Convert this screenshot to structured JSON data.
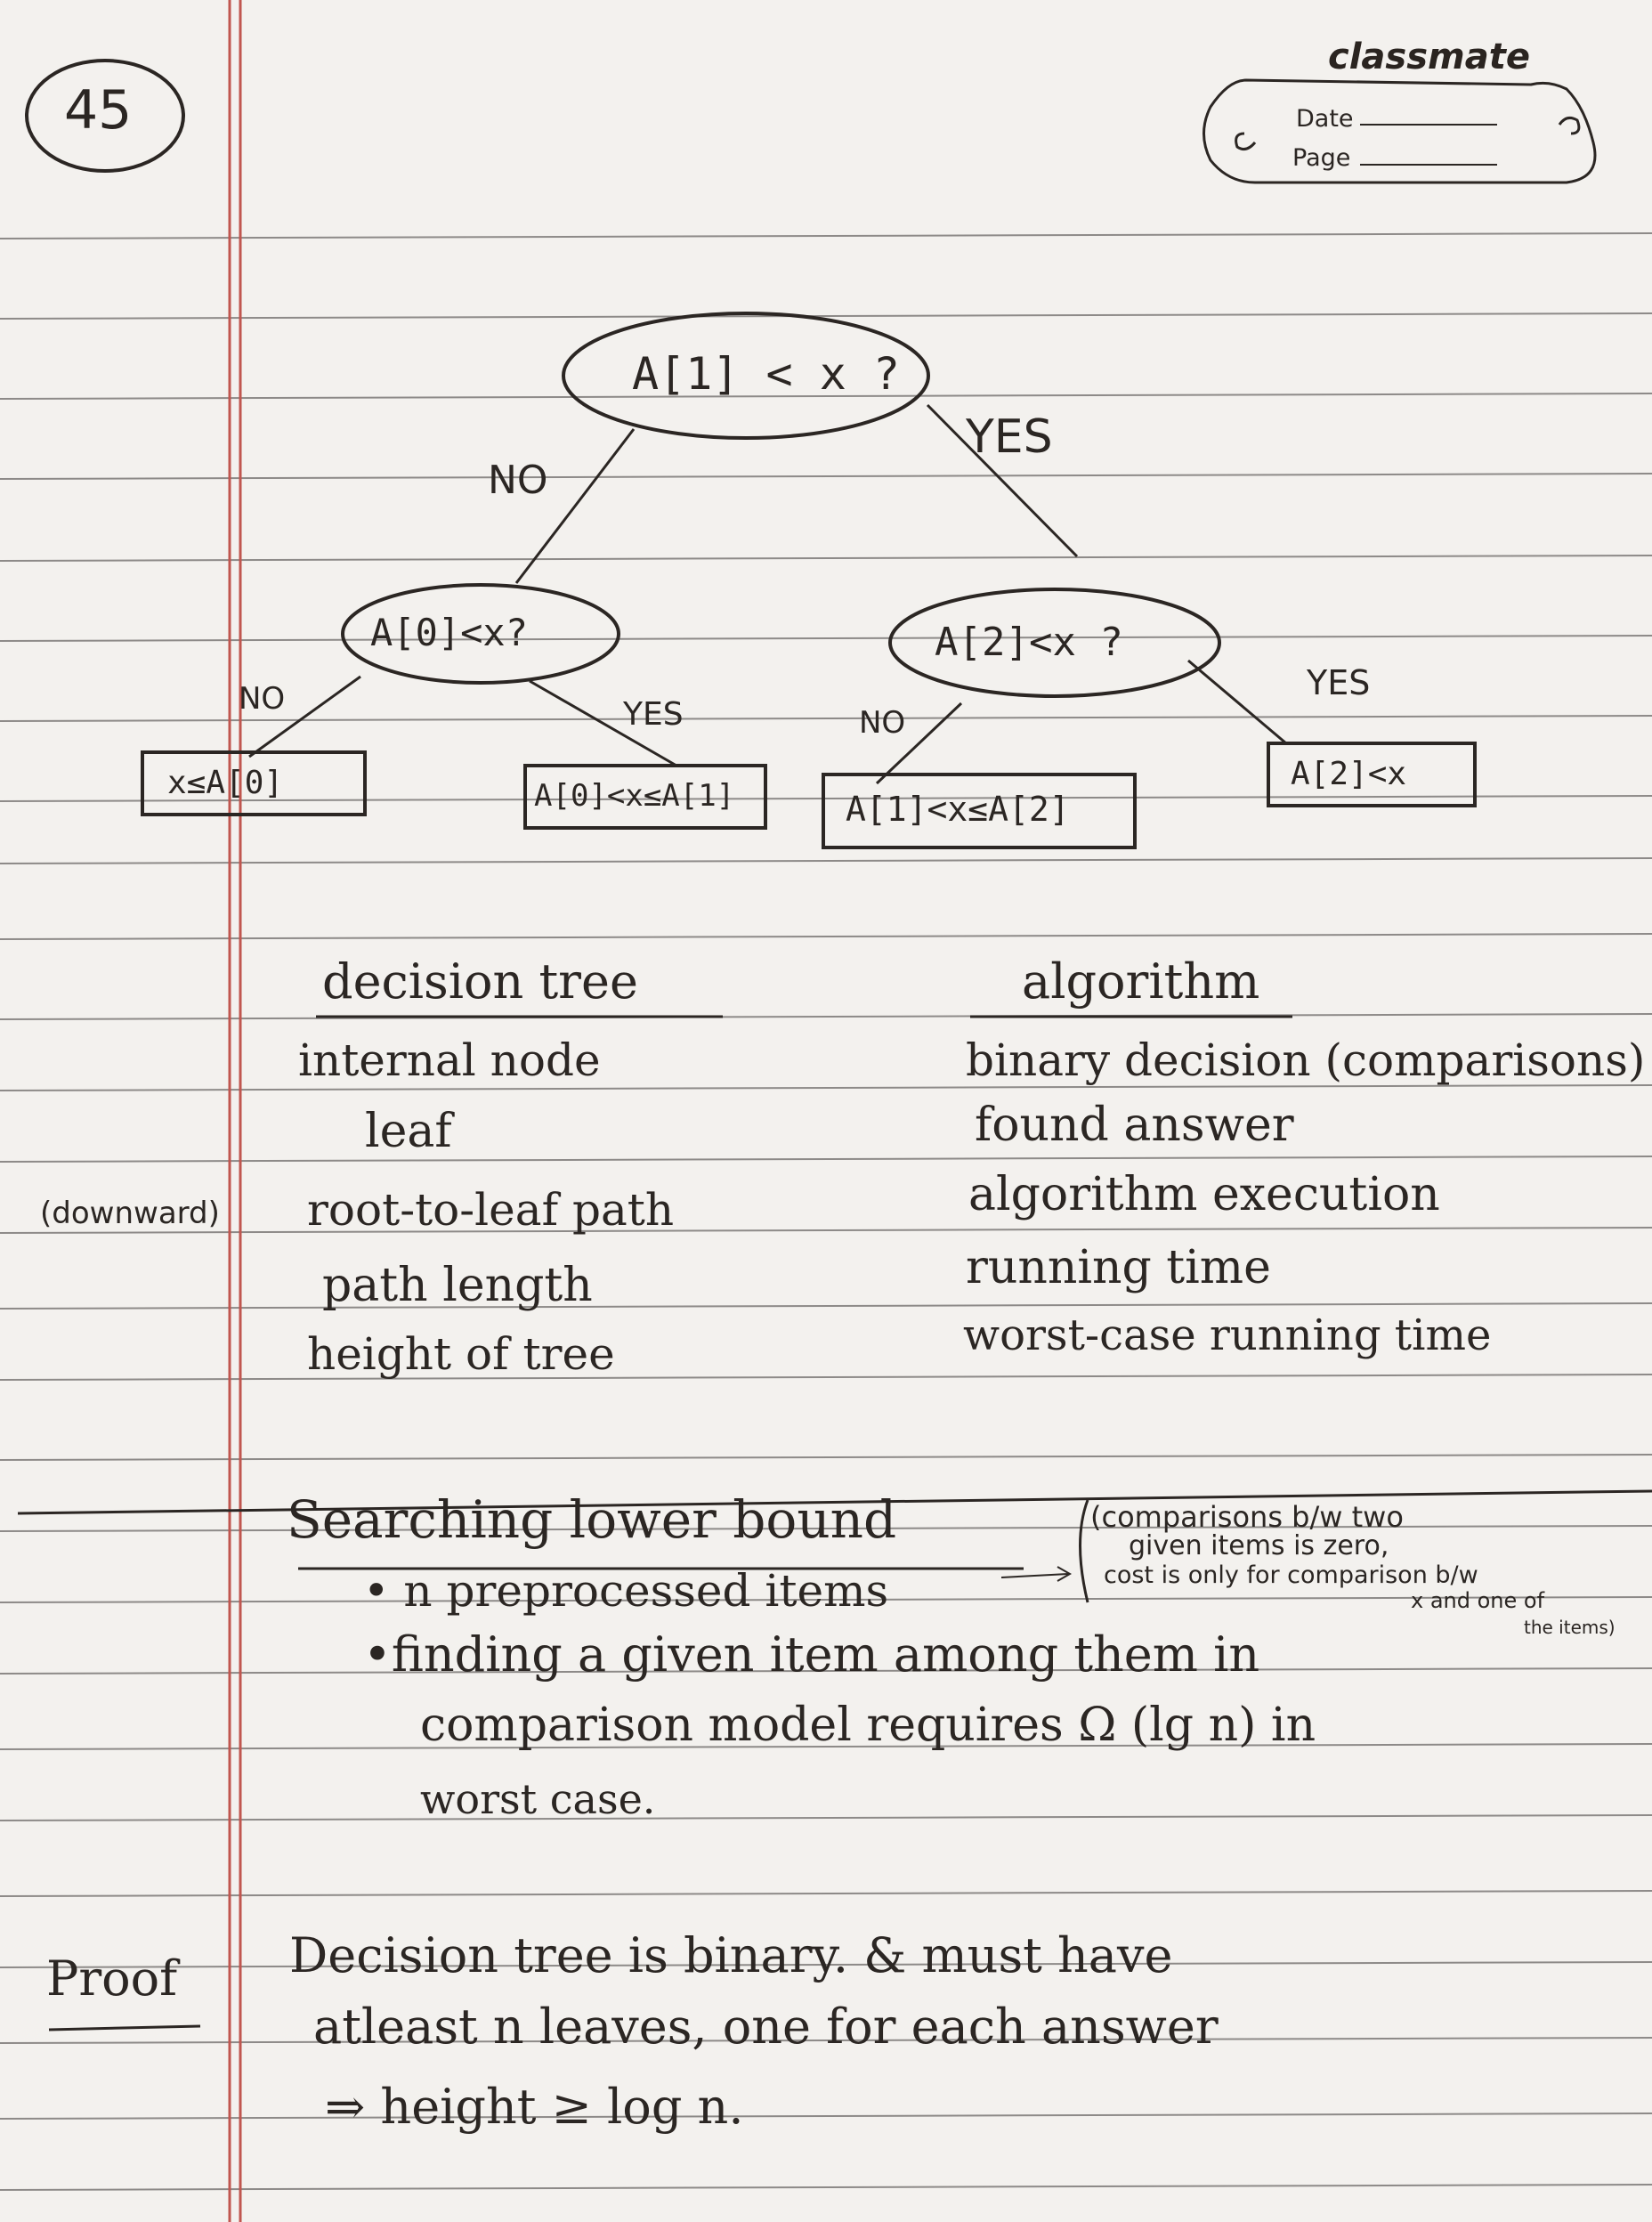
{
  "page_number": "45",
  "header": {
    "brand": "classmate",
    "date_label": "Date",
    "page_label": "Page"
  },
  "tree": {
    "root": "A[1] < x ?",
    "root_no": "NO",
    "root_yes": "YES",
    "left_node": "A[0]<x?",
    "right_node": "A[2]<x ?",
    "left_no": "NO",
    "left_yes": "YES",
    "right_no": "NO",
    "right_yes": "YES",
    "leaves": [
      "x≤A[0]",
      "A[0]<x≤A[1]",
      "A[1]<x≤A[2]",
      "A[2]<x"
    ]
  },
  "mapping": {
    "left_heading": "decision tree",
    "right_heading": "algorithm",
    "rows": [
      {
        "prefix": "",
        "left": "internal node",
        "right": "binary decision (comparisons)"
      },
      {
        "prefix": "",
        "left": "leaf",
        "right": "found answer"
      },
      {
        "prefix": "(downward)",
        "left": "root-to-leaf path",
        "right": "algorithm execution"
      },
      {
        "prefix": "",
        "left": "path length",
        "right": "running time"
      },
      {
        "prefix": "",
        "left": "height of tree",
        "right": "worst-case running time"
      }
    ]
  },
  "searching": {
    "heading": "Searching lower bound",
    "bullet1": "• n preprocessed items",
    "bullet2_line1": "•finding a given item among them in",
    "bullet2_line2": "comparison model requires Ω (lg n) in",
    "bullet2_line3": "worst case.",
    "note_line1": "(comparisons b/w two",
    "note_line2": "given items is zero,",
    "note_line3": "cost is only for comparison b/w",
    "note_line4": "x and one of",
    "note_line5": "the items)"
  },
  "proof": {
    "label": "Proof",
    "line1": "Decision tree is binary. & must have",
    "line2": "atleast n leaves, one for each answer",
    "line3": "⇒ height ≥ log n."
  }
}
